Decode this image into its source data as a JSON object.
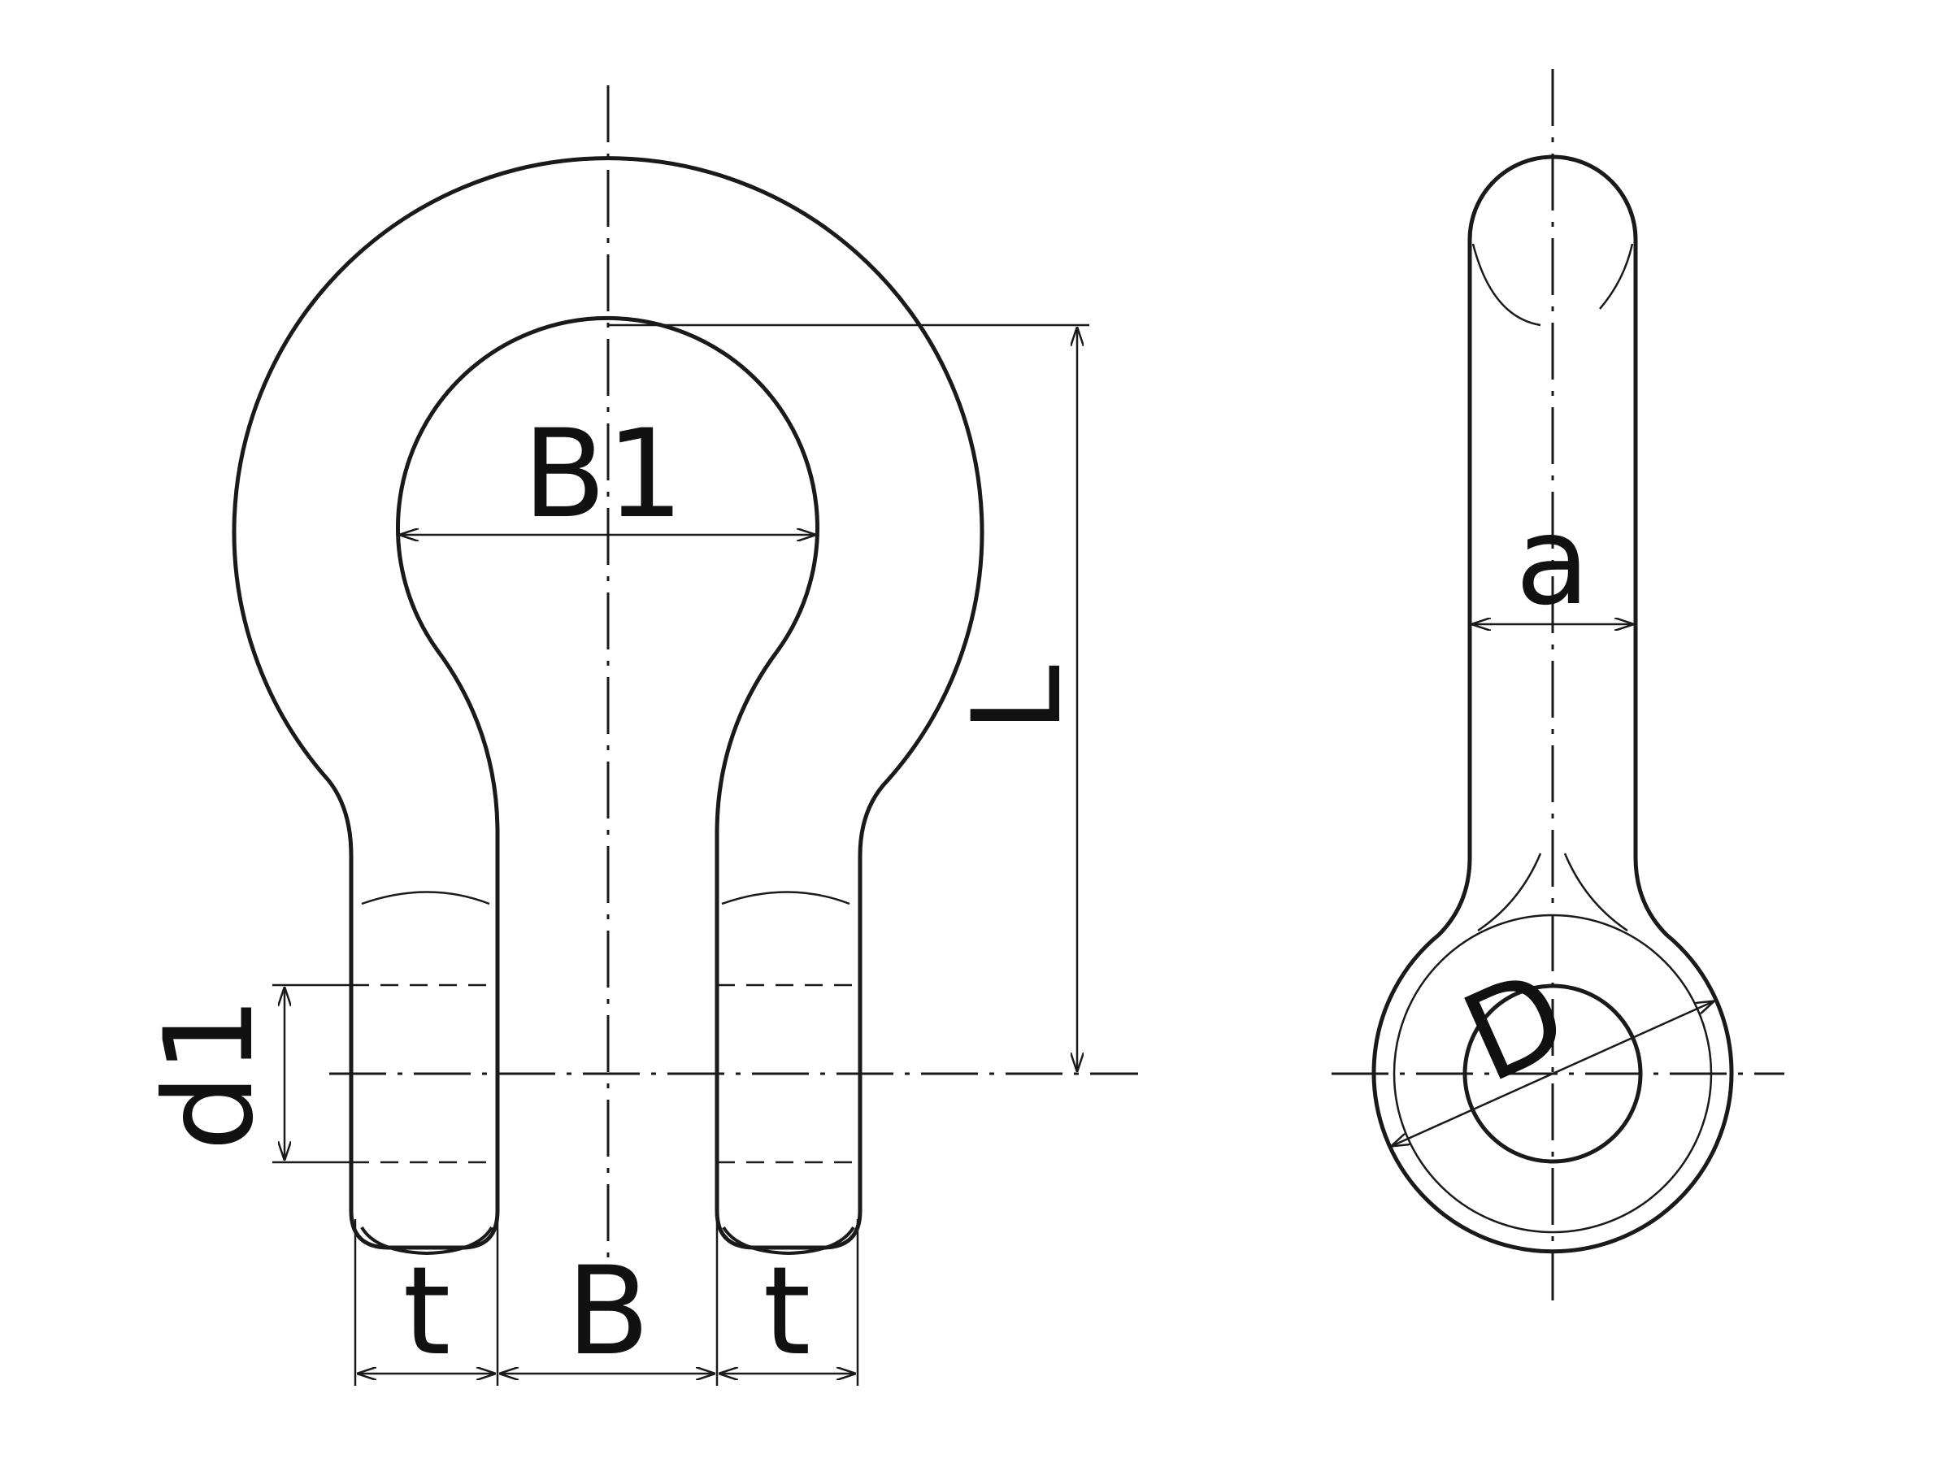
{
  "diagram": {
    "type": "technical-drawing",
    "subject": "shackle",
    "views": [
      "front-view",
      "side-view"
    ],
    "line_color": "#1a1a1a",
    "background": "#ffffff"
  },
  "labels": {
    "b1": "B1",
    "l": "L",
    "d1": "d1",
    "t_left": "t",
    "b": "B",
    "t_right": "t",
    "a": "a",
    "d": "D"
  }
}
